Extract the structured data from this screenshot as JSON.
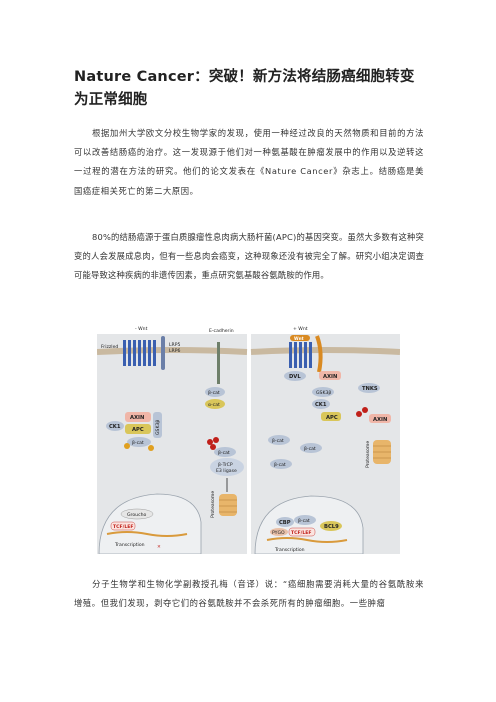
{
  "article": {
    "title": "Nature Cancer：突破！新方法将结肠癌细胞转变为正常细胞",
    "paragraph1": "根据加州大学欧文分校生物学家的发现，使用一种经过改良的天然物质和目前的方法可以改善结肠癌的治疗。这一发现源于他们对一种氨基酸在肿瘤发展中的作用以及逆转这一过程的潜在方法的研究。他们的论文发表在《Nature Cancer》杂志上。结肠癌是美国癌症相关死亡的第二大原因。",
    "paragraph2": "80%的结肠癌源于蛋白质腺瘤性息肉病大肠杆菌(APC)的基因突变。虽然大多数有这种突变的人会发展成息肉，但有一些息肉会癌变，这种现象还没有被完全了解。研究小组决定调查可能导致这种疾病的非遗传因素，重点研究氨基酸谷氨酰胺的作用。",
    "paragraph3": "分子生物学和生物化学副教授孔梅（音译）说：“癌细胞需要消耗大量的谷氨酰胺来增殖。但我们发现，剥夺它们的谷氨酰胺并不会杀死所有的肿瘤细胞。一些肿瘤"
  },
  "figure": {
    "left": {
      "wnt": "- Wnt",
      "frizzled": "Frizzled",
      "lrp5": "LRP5",
      "lrp6": "LRP6",
      "ecadherin": "E-cadherin",
      "beta_cat": "β-cat",
      "alpha_cat": "α-cat",
      "axin": "AXIN",
      "apc": "APC",
      "ck1": "CK1",
      "gsk3b": "GSK3β",
      "p": "P",
      "btrcp": "β-TrCP",
      "e3": "E3 ligase",
      "proteasome": "Proteasome",
      "groucho": "Groucho",
      "tcf": "TCF/LEF",
      "transcription": "Transcription"
    },
    "right": {
      "wnt_plus": "+ Wnt",
      "wnt": "Wnt",
      "dvl": "DVL",
      "axin": "AXIN",
      "gsk3b": "GSK3β",
      "ck1": "CK1",
      "apc": "APC",
      "tnks": "TNKS",
      "axin2": "AXIN",
      "beta_cat": "β-cat",
      "proteasome": "Proteasome",
      "cbp": "CBP",
      "pygo": "PYGO",
      "tcf": "TCF/LEF",
      "bcl9": "BCL9",
      "transcription": "Transcription"
    },
    "colors": {
      "receptor": "#3a5fb0",
      "wnt": "#d98a22",
      "axin": "#f0b6a8",
      "red_marker": "#c0201a",
      "protein": "#b8c4d6",
      "cell_bg": "#e4e6e8"
    }
  }
}
